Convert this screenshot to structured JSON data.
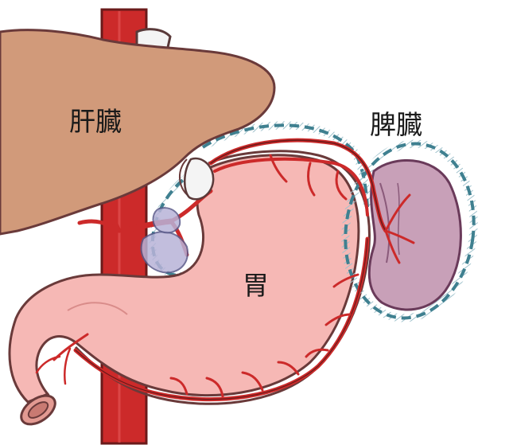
{
  "labels": {
    "liver": "肝臓",
    "spleen": "脾臓",
    "stomach": "胃"
  },
  "colors": {
    "liver": "#d19a7a",
    "stomach": "#f6b8b5",
    "spleen": "#c8a0b8",
    "artery": "#cc2a2a",
    "outline": "#6a3a3a",
    "dashed_boundary": "#3f8090"
  }
}
